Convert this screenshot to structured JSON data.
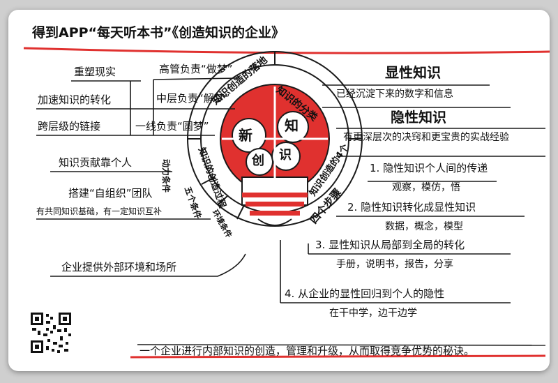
{
  "title": "得到APP“每天听本书”《创造知识的企业》",
  "center": {
    "chars": [
      "新",
      "知",
      "创",
      "识"
    ],
    "ring_top_left": "知识创造的落地",
    "ring_top_right": "知识的分类",
    "ring_left": "知识的创造过程",
    "ring_right": "知识创造的4个",
    "ring_steps": "四个步骤",
    "ring_conditions": "五个条件",
    "ring_env": "环境条件",
    "ring_power": "动力条件"
  },
  "left": {
    "item1": "重塑现实",
    "item2": "加速知识的转化",
    "item3": "跨层级的链接",
    "senior": "高管负责“做梦”",
    "middle": "中层负责“解梦”",
    "front": "一线负责“圆梦”",
    "contribution": "知识贡献靠个人",
    "org": "搭建“自组织”团队",
    "org_note": "有共同知识基础，有一定知识互补",
    "environment": "企业提供外部环境和场所"
  },
  "right": {
    "explicit_title": "显性知识",
    "explicit_desc": "已经沉淀下来的数字和信息",
    "tacit_title": "隐性知识",
    "tacit_desc": "有更深层次的决窍和更宝贵的实战经验",
    "step1": "1. 隐性知识个人间的传递",
    "step1_sub": "观察，模仿，悟",
    "step2": "2. 隐性知识转化成显性知识",
    "step2_sub": "数据，概念，模型",
    "step3": "3. 显性知识从局部到全局的转化",
    "step3_sub": "手册，说明书，报告，分享",
    "step4": "4. 从企业的显性回归到个人的隐性",
    "step4_sub": "在干中学，边干边学"
  },
  "footer": "一个企业进行内部知识的创造，管理和升级，从而取得竞争优势的秘诀。",
  "colors": {
    "accent": "#e0312f",
    "ink": "#1a1a1a",
    "card": "#ffffff",
    "bg": "#cfcfcf"
  },
  "icons": {
    "qr": "qr-code-icon",
    "bulb": "light-bulb-icon"
  }
}
